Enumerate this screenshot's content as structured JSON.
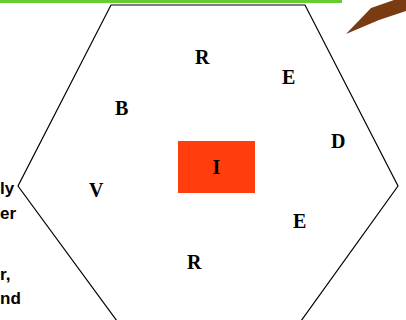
{
  "diagram": {
    "nodes": [
      {
        "text": [
          "I"
        ]
      }
    ],
    "labels": [
      "R",
      "E",
      "B",
      "D",
      "V",
      "E",
      "R",
      "ly",
      "er",
      "r,",
      "nd"
    ]
  }
}
